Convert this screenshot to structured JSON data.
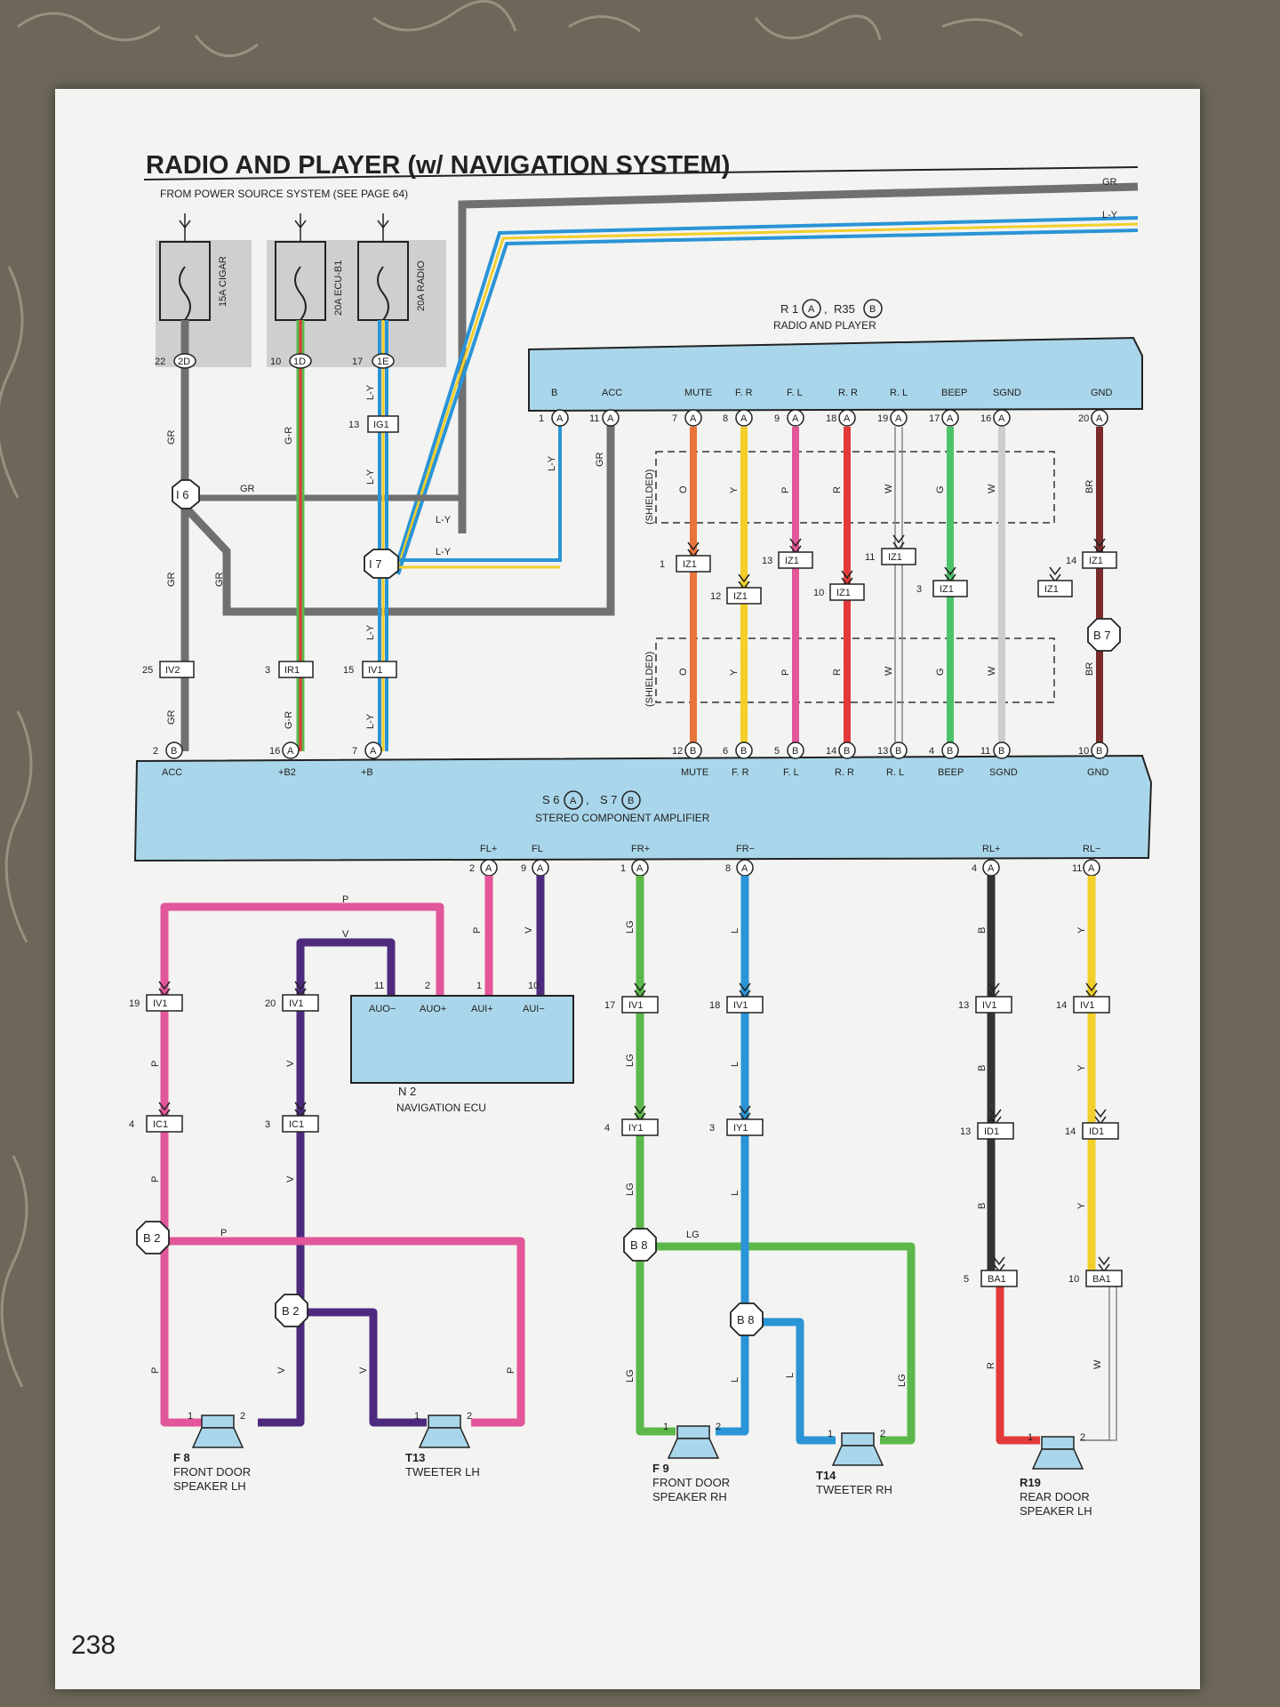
{
  "title": "RADIO AND PLAYER (w/ NAVIGATION SYSTEM)",
  "subtitle": "FROM POWER SOURCE SYSTEM (SEE PAGE 64)",
  "page_number": "238",
  "fuses": [
    {
      "label": "15A CIGAR",
      "pin": "22",
      "conn": "2D"
    },
    {
      "label": "20A ECU-B1",
      "pin": "10",
      "conn": "1D"
    },
    {
      "label": "20A RADIO",
      "pin": "17",
      "conn": "1E"
    }
  ],
  "top_wires": [
    "GR",
    "L-Y"
  ],
  "radio": {
    "ref1": "R 1",
    "ref1_conn": "A",
    "sep": ",",
    "ref2": "R35",
    "ref2_conn": "B",
    "name": "RADIO AND PLAYER",
    "pins": [
      {
        "label": "B",
        "num": "1",
        "conn": "A"
      },
      {
        "label": "ACC",
        "num": "11",
        "conn": "A"
      },
      {
        "label": "MUTE",
        "num": "7",
        "conn": "A"
      },
      {
        "label": "F. R",
        "num": "8",
        "conn": "A"
      },
      {
        "label": "F. L",
        "num": "9",
        "conn": "A"
      },
      {
        "label": "R. R",
        "num": "18",
        "conn": "A"
      },
      {
        "label": "R. L",
        "num": "19",
        "conn": "A"
      },
      {
        "label": "BEEP",
        "num": "17",
        "conn": "A"
      },
      {
        "label": "SGND",
        "num": "16",
        "conn": "A"
      },
      {
        "label": "GND",
        "num": "20",
        "conn": "A"
      }
    ]
  },
  "amp": {
    "ref1": "S 6",
    "ref1_conn": "A",
    "sep": ",",
    "ref2": "S 7",
    "ref2_conn": "B",
    "name": "STEREO COMPONENT AMPLIFIER",
    "top_pins": [
      {
        "label": "ACC",
        "num": "2",
        "conn": "B"
      },
      {
        "label": "+B2",
        "num": "16",
        "conn": "A"
      },
      {
        "label": "+B",
        "num": "7",
        "conn": "A"
      },
      {
        "label": "MUTE",
        "num": "12",
        "conn": "B"
      },
      {
        "label": "F. R",
        "num": "6",
        "conn": "B"
      },
      {
        "label": "F. L",
        "num": "5",
        "conn": "B"
      },
      {
        "label": "R. R",
        "num": "14",
        "conn": "B"
      },
      {
        "label": "R. L",
        "num": "13",
        "conn": "B"
      },
      {
        "label": "BEEP",
        "num": "4",
        "conn": "B"
      },
      {
        "label": "SGND",
        "num": "11",
        "conn": "B"
      },
      {
        "label": "GND",
        "num": "10",
        "conn": "B"
      }
    ],
    "bottom_pins": [
      {
        "label": "FL+",
        "num": "2",
        "conn": "A"
      },
      {
        "label": "FL",
        "num": "9",
        "conn": "A"
      },
      {
        "label": "FR+",
        "num": "1",
        "conn": "A"
      },
      {
        "label": "FR−",
        "num": "8",
        "conn": "A"
      },
      {
        "label": "RL+",
        "num": "4",
        "conn": "A"
      },
      {
        "label": "RL−",
        "num": "11",
        "conn": "A"
      }
    ]
  },
  "shielded": "(SHIELDED)",
  "connectors": {
    "ig1": {
      "num": "13",
      "code": "IG1"
    },
    "iv2": {
      "num": "25",
      "code": "IV2"
    },
    "ir1": {
      "num": "3",
      "code": "IR1"
    },
    "iv1_top": {
      "num": "15",
      "code": "IV1"
    },
    "iz1": [
      {
        "num": "1",
        "code": "IZ1"
      },
      {
        "num": "12",
        "code": "IZ1"
      },
      {
        "num": "13",
        "code": "IZ1"
      },
      {
        "num": "10",
        "code": "IZ1"
      },
      {
        "num": "11",
        "code": "IZ1"
      },
      {
        "num": "3",
        "code": "IZ1"
      },
      {
        "num": "",
        "code": "IZ1"
      },
      {
        "num": "14",
        "code": "IZ1"
      }
    ],
    "lower": [
      {
        "num": "19",
        "code": "IV1"
      },
      {
        "num": "20",
        "code": "IV1"
      },
      {
        "num": "17",
        "code": "IV1"
      },
      {
        "num": "18",
        "code": "IV1"
      },
      {
        "num": "13",
        "code": "IV1"
      },
      {
        "num": "14",
        "code": "IV1"
      },
      {
        "num": "4",
        "code": "IC1"
      },
      {
        "num": "3",
        "code": "IC1"
      },
      {
        "num": "4",
        "code": "IY1"
      },
      {
        "num": "3",
        "code": "IY1"
      },
      {
        "num": "13",
        "code": "ID1"
      },
      {
        "num": "14",
        "code": "ID1"
      },
      {
        "num": "5",
        "code": "BA1"
      },
      {
        "num": "10",
        "code": "BA1"
      }
    ]
  },
  "splices": [
    "I 6",
    "I 7",
    "B 7",
    "B 2",
    "B 2",
    "B 8",
    "B 8"
  ],
  "wire_labels": {
    "gr": "GR",
    "gr_r": "G-R",
    "ly": "L-Y",
    "o": "O",
    "y": "Y",
    "p": "P",
    "r": "R",
    "w": "W",
    "g": "G",
    "br": "BR",
    "v": "V",
    "lg": "LG",
    "l": "L",
    "b": "B"
  },
  "nav_ecu": {
    "ref": "N 2",
    "name": "NAVIGATION ECU",
    "pins": [
      {
        "label": "AUO−",
        "num": "11"
      },
      {
        "label": "AUO+",
        "num": "2"
      },
      {
        "label": "AUI+",
        "num": "1"
      },
      {
        "label": "AUI−",
        "num": "10"
      }
    ]
  },
  "speakers": [
    {
      "ref": "F 8",
      "name1": "FRONT DOOR",
      "name2": "SPEAKER LH"
    },
    {
      "ref": "T13",
      "name1": "TWEETER LH",
      "name2": ""
    },
    {
      "ref": "F 9",
      "name1": "FRONT DOOR",
      "name2": "SPEAKER RH"
    },
    {
      "ref": "T14",
      "name1": "TWEETER RH",
      "name2": ""
    },
    {
      "ref": "R19",
      "name1": "REAR DOOR",
      "name2": "SPEAKER LH"
    }
  ],
  "speaker_pins": [
    "1",
    "2"
  ],
  "colors": {
    "gray": "#707070",
    "blue_fill": "#a9d6ea",
    "orange": "#e9743a",
    "yellow": "#f2cf2a",
    "pink": "#e2569a",
    "red": "#e23a3a",
    "green": "#4cc26a",
    "brown": "#7a2a2a",
    "purple": "#4e2a7e",
    "light_green": "#5cb84a",
    "sky_blue": "#2a94d6",
    "black": "#333333"
  }
}
